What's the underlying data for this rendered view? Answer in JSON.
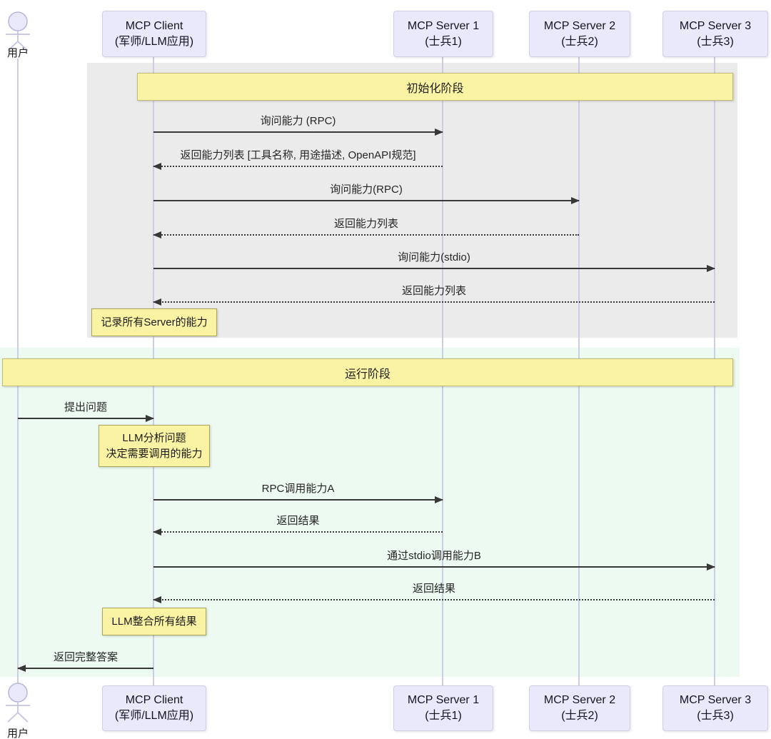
{
  "diagram": {
    "actors": {
      "user": {
        "label": "用户"
      },
      "client": {
        "name": "MCP Client",
        "alias": "(军师/LLM应用)"
      },
      "server1": {
        "name": "MCP Server 1",
        "alias": "(士兵1)"
      },
      "server2": {
        "name": "MCP Server 2",
        "alias": "(士兵2)"
      },
      "server3": {
        "name": "MCP Server 3",
        "alias": "(士兵3)"
      }
    },
    "phases": {
      "init": {
        "label": "初始化阶段",
        "background": "#EBEBEB"
      },
      "run": {
        "label": "运行阶段",
        "background": "#ECFAF1"
      }
    },
    "messages": [
      {
        "label": "询问能力 (RPC)",
        "from": "MCP Client",
        "to": "MCP Server 1",
        "line": "solid"
      },
      {
        "label": "返回能力列表 [工具名称, 用途描述, OpenAPI规范]",
        "from": "MCP Server 1",
        "to": "MCP Client",
        "line": "dotted"
      },
      {
        "label": "询问能力(RPC)",
        "from": "MCP Client",
        "to": "MCP Server 2",
        "line": "solid"
      },
      {
        "label": "返回能力列表",
        "from": "MCP Server 2",
        "to": "MCP Client",
        "line": "dotted"
      },
      {
        "label": "询问能力(stdio)",
        "from": "MCP Client",
        "to": "MCP Server 3",
        "line": "solid"
      },
      {
        "label": "返回能力列表",
        "from": "MCP Server 3",
        "to": "MCP Client",
        "line": "dotted"
      },
      {
        "label": "提出问题",
        "from": "用户",
        "to": "MCP Client",
        "line": "solid"
      },
      {
        "label": "RPC调用能力A",
        "from": "MCP Client",
        "to": "MCP Server 1",
        "line": "solid"
      },
      {
        "label": "返回结果",
        "from": "MCP Server 1",
        "to": "MCP Client",
        "line": "dotted"
      },
      {
        "label": "通过stdio调用能力B",
        "from": "MCP Client",
        "to": "MCP Server 3",
        "line": "solid"
      },
      {
        "label": "返回结果",
        "from": "MCP Server 3",
        "to": "MCP Client",
        "line": "dotted"
      },
      {
        "label": "返回完整答案",
        "from": "MCP Client",
        "to": "用户",
        "line": "solid"
      }
    ],
    "notes": [
      {
        "lines": [
          "记录所有Server的能力"
        ]
      },
      {
        "lines": [
          "LLM分析问题",
          "决定需要调用的能力"
        ]
      },
      {
        "lines": [
          "LLM整合所有结果"
        ]
      }
    ],
    "colors": {
      "actor_box_fill": "#E9E9FB",
      "actor_box_border": "#CFCFE6",
      "band_fill": "#FAF3A3",
      "band_border": "#C2BC72",
      "note_fill": "#FBF3A4",
      "note_border": "#ABA659",
      "lifeline": "#CCCCE6",
      "arrow": "#383838"
    }
  }
}
